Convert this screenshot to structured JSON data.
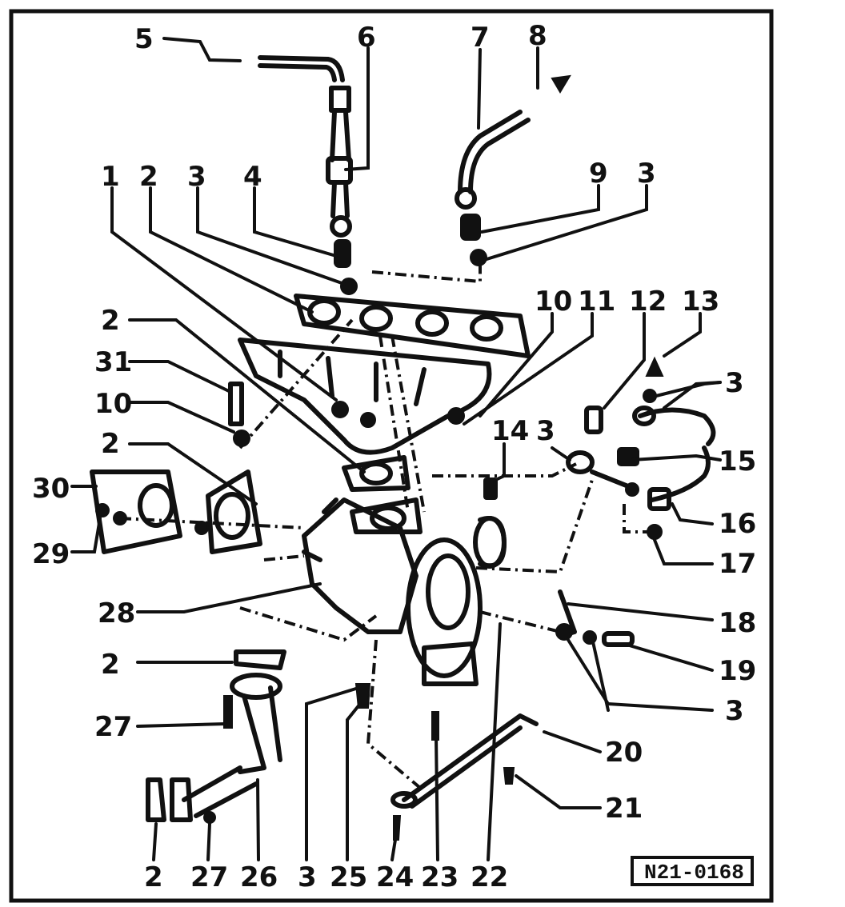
{
  "reference_code": "N21-0168",
  "callouts": {
    "c1": "1",
    "c2a": "2",
    "c3a": "3",
    "c4": "4",
    "c5": "5",
    "c6": "6",
    "c7": "7",
    "c8": "8",
    "c9": "9",
    "c3b": "3",
    "c10a": "10",
    "c11": "11",
    "c12": "12",
    "c13": "13",
    "c2b": "2",
    "c31": "31",
    "c10b": "10",
    "c14": "14",
    "c3c": "3",
    "c3d": "3",
    "c15": "15",
    "c2c": "2",
    "c30": "30",
    "c16": "16",
    "c29": "29",
    "c17": "17",
    "c28": "28",
    "c18": "18",
    "c2d": "2",
    "c19": "19",
    "c27a": "27",
    "c3e": "3",
    "c20": "20",
    "c21": "21",
    "c2e": "2",
    "c27b": "27",
    "c26": "26",
    "c3f": "3",
    "c25": "25",
    "c24": "24",
    "c23": "23",
    "c22": "22"
  }
}
